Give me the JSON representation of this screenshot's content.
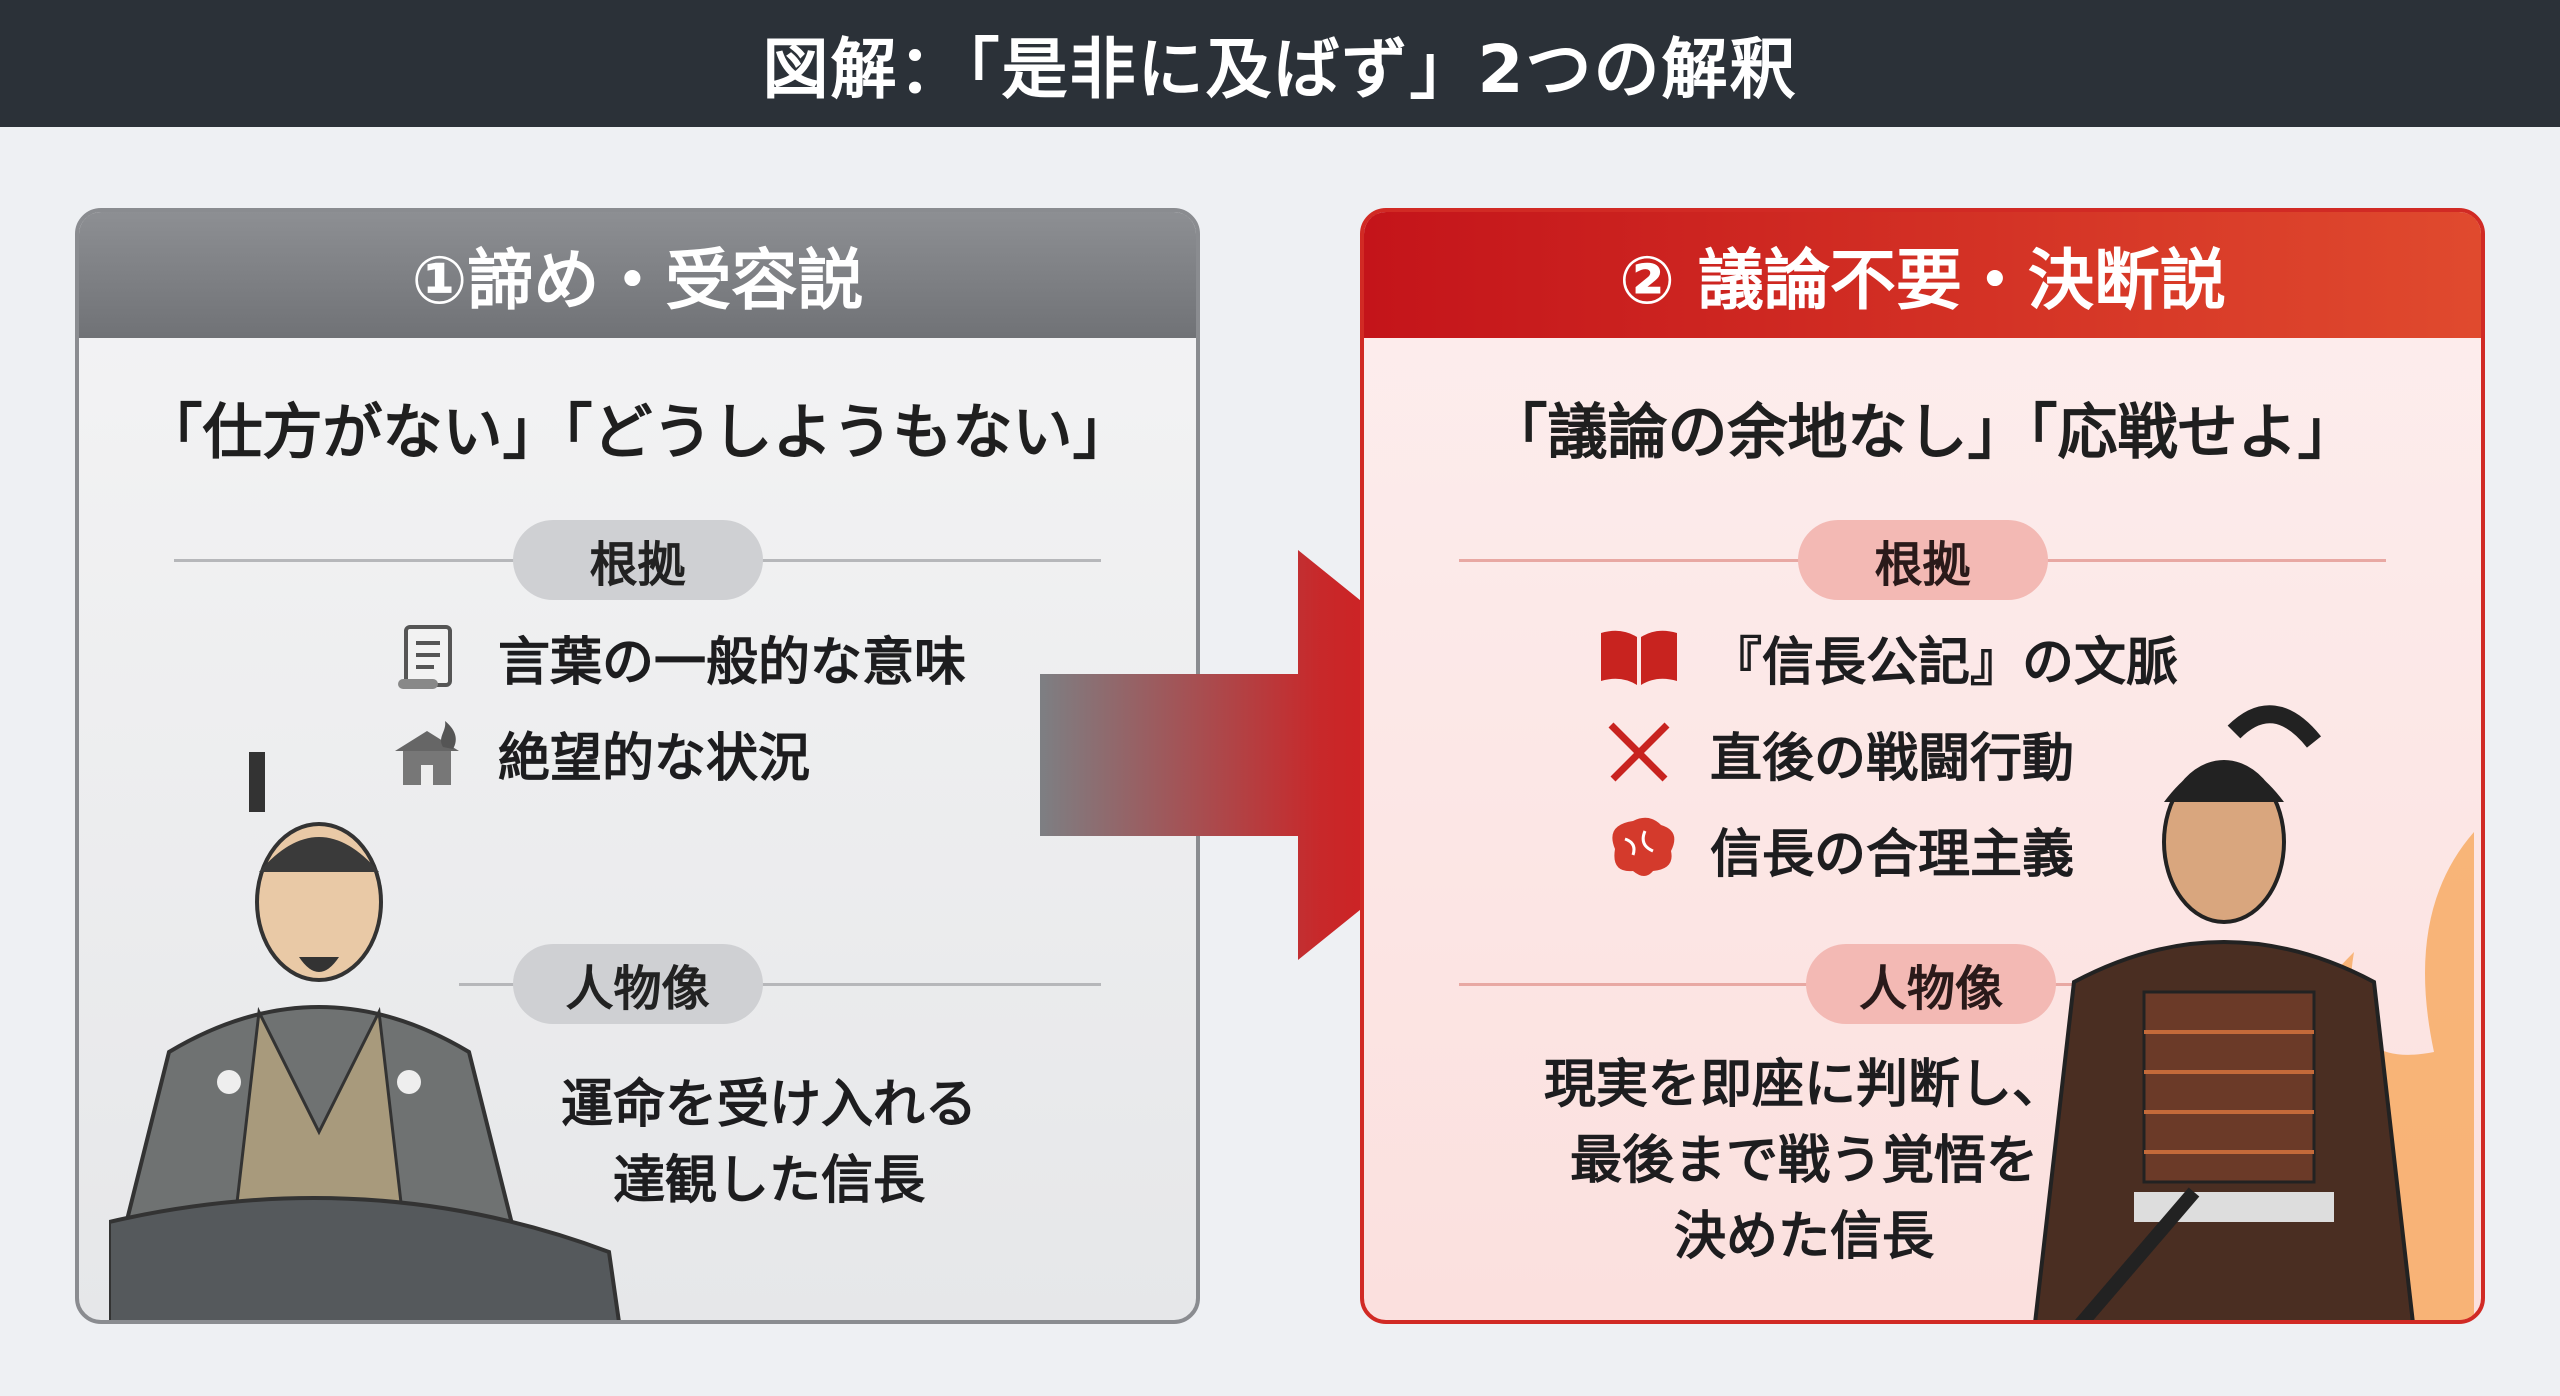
{
  "title": "図解：「是非に及ばず」2つの解釈",
  "left": {
    "header": "①諦め・受容説",
    "quote": "「仕方がない」「どうしようもない」",
    "basis_label": "根拠",
    "basis_items": [
      {
        "icon": "scroll-icon",
        "text": "言葉の一般的な意味"
      },
      {
        "icon": "burning-castle-icon",
        "text": "絶望的な状況"
      }
    ],
    "persona_label": "人物像",
    "persona_lines": [
      "運命を受け入れる",
      "達観した信長"
    ]
  },
  "right": {
    "header": "② 議論不要・決断説",
    "quote": "「議論の余地なし」「応戦せよ」",
    "basis_label": "根拠",
    "basis_items": [
      {
        "icon": "book-icon",
        "text": "『信長公記』の文脈"
      },
      {
        "icon": "crossed-swords-icon",
        "text": "直後の戦闘行動"
      },
      {
        "icon": "brain-icon",
        "text": "信長の合理主義"
      }
    ],
    "persona_label": "人物像",
    "persona_lines": [
      "現実を即座に判断し、",
      "最後まで戦う覚悟を",
      "決めた信長"
    ]
  },
  "colors": {
    "accent_red": "#d12a24",
    "gray": "#7d7f83",
    "header_bg": "#2b3138"
  }
}
